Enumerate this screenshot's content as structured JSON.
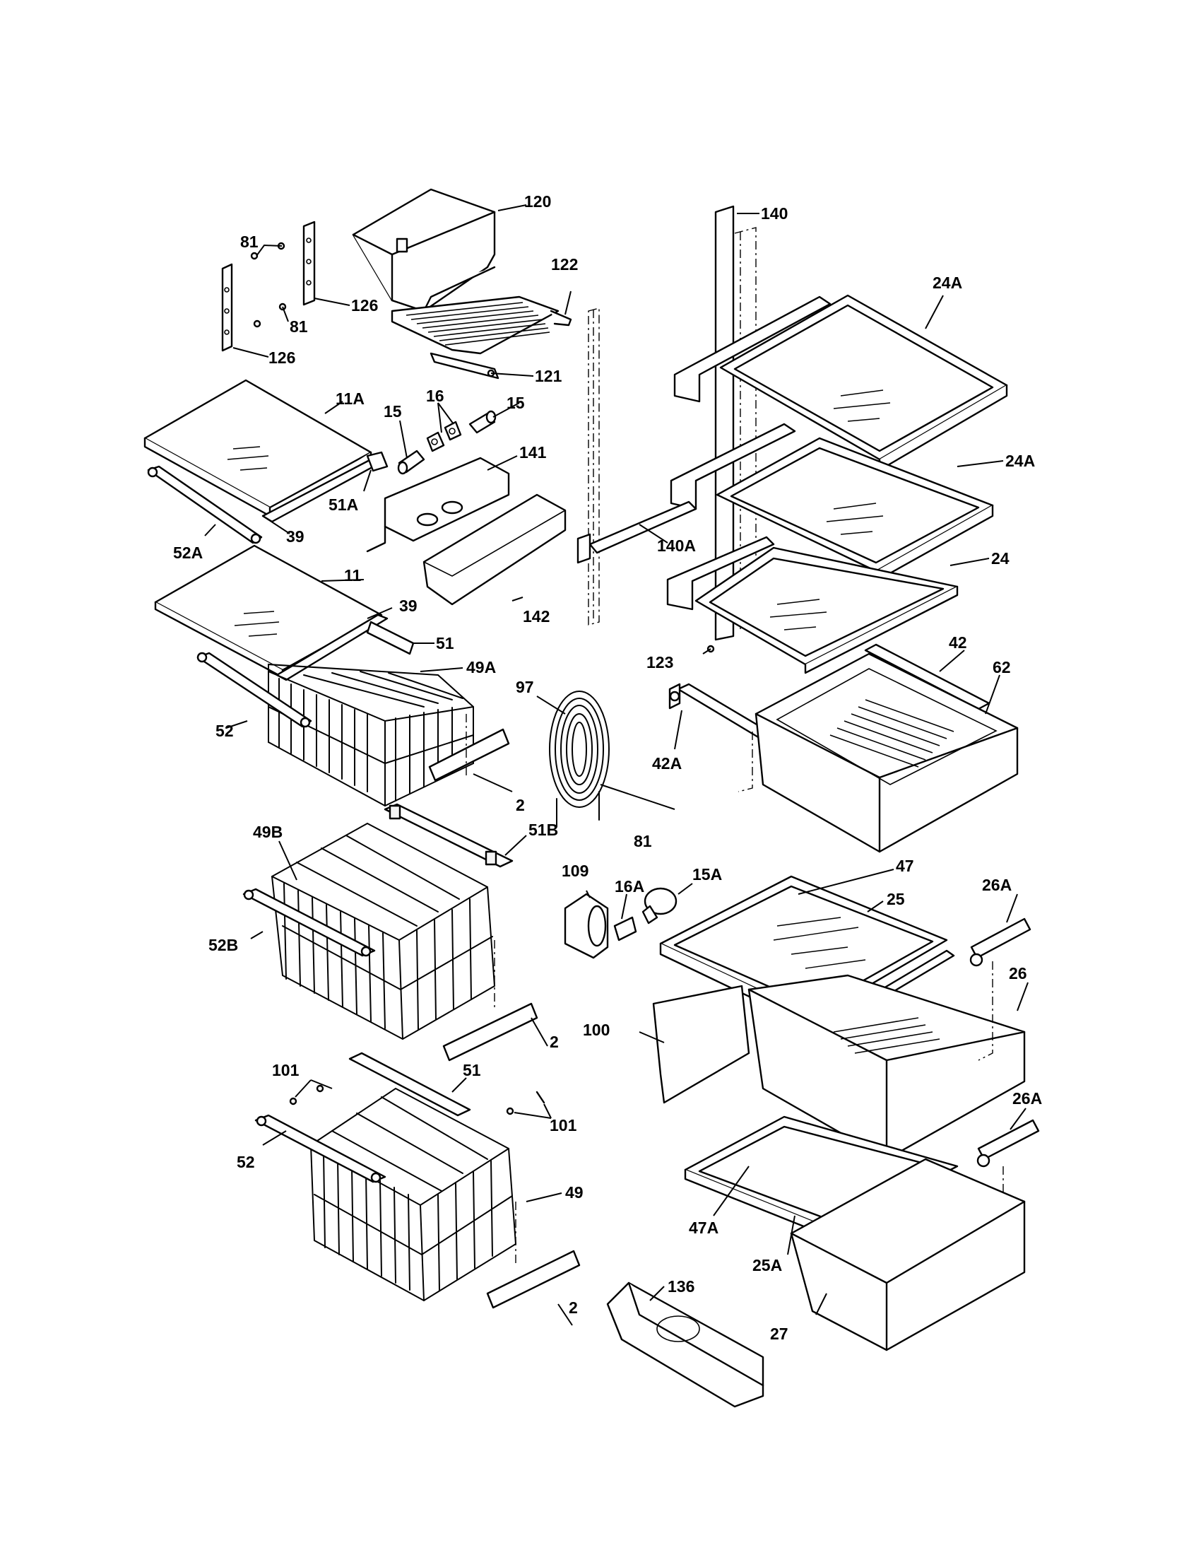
{
  "callouts": [
    {
      "id": "c120",
      "text": "120"
    },
    {
      "id": "c140",
      "text": "140"
    },
    {
      "id": "c81a",
      "text": "81"
    },
    {
      "id": "c122",
      "text": "122"
    },
    {
      "id": "c24a1",
      "text": "24A"
    },
    {
      "id": "c126a",
      "text": "126"
    },
    {
      "id": "c81b",
      "text": "81"
    },
    {
      "id": "c126b",
      "text": "126"
    },
    {
      "id": "c121",
      "text": "121"
    },
    {
      "id": "c11a",
      "text": "11A"
    },
    {
      "id": "c16",
      "text": "16"
    },
    {
      "id": "c15a",
      "text": "15"
    },
    {
      "id": "c15b",
      "text": "15"
    },
    {
      "id": "c141",
      "text": "141"
    },
    {
      "id": "c24a2",
      "text": "24A"
    },
    {
      "id": "c51a",
      "text": "51A"
    },
    {
      "id": "c39a",
      "text": "39"
    },
    {
      "id": "c140a",
      "text": "140A"
    },
    {
      "id": "c52a",
      "text": "52A"
    },
    {
      "id": "c24",
      "text": "24"
    },
    {
      "id": "c11",
      "text": "11"
    },
    {
      "id": "c39b",
      "text": "39"
    },
    {
      "id": "c142",
      "text": "142"
    },
    {
      "id": "c51a2",
      "text": "51"
    },
    {
      "id": "c42",
      "text": "42"
    },
    {
      "id": "c123",
      "text": "123"
    },
    {
      "id": "c62",
      "text": "62"
    },
    {
      "id": "c49a",
      "text": "49A"
    },
    {
      "id": "c97",
      "text": "97"
    },
    {
      "id": "c52",
      "text": "52"
    },
    {
      "id": "c42a",
      "text": "42A"
    },
    {
      "id": "c2a",
      "text": "2"
    },
    {
      "id": "c49b",
      "text": "49B"
    },
    {
      "id": "c51b",
      "text": "51B"
    },
    {
      "id": "c81c",
      "text": "81"
    },
    {
      "id": "c109",
      "text": "109"
    },
    {
      "id": "c15a2",
      "text": "15A"
    },
    {
      "id": "c47",
      "text": "47"
    },
    {
      "id": "c16a",
      "text": "16A"
    },
    {
      "id": "c26a1",
      "text": "26A"
    },
    {
      "id": "c25",
      "text": "25"
    },
    {
      "id": "c52b",
      "text": "52B"
    },
    {
      "id": "c26",
      "text": "26"
    },
    {
      "id": "c2b",
      "text": "2"
    },
    {
      "id": "c100",
      "text": "100"
    },
    {
      "id": "c101a",
      "text": "101"
    },
    {
      "id": "c51c",
      "text": "51"
    },
    {
      "id": "c26a2",
      "text": "26A"
    },
    {
      "id": "c101b",
      "text": "101"
    },
    {
      "id": "c52c",
      "text": "52"
    },
    {
      "id": "c49",
      "text": "49"
    },
    {
      "id": "c47a",
      "text": "47A"
    },
    {
      "id": "c25a",
      "text": "25A"
    },
    {
      "id": "c136",
      "text": "136"
    },
    {
      "id": "c2c",
      "text": "2"
    },
    {
      "id": "c27",
      "text": "27"
    }
  ]
}
